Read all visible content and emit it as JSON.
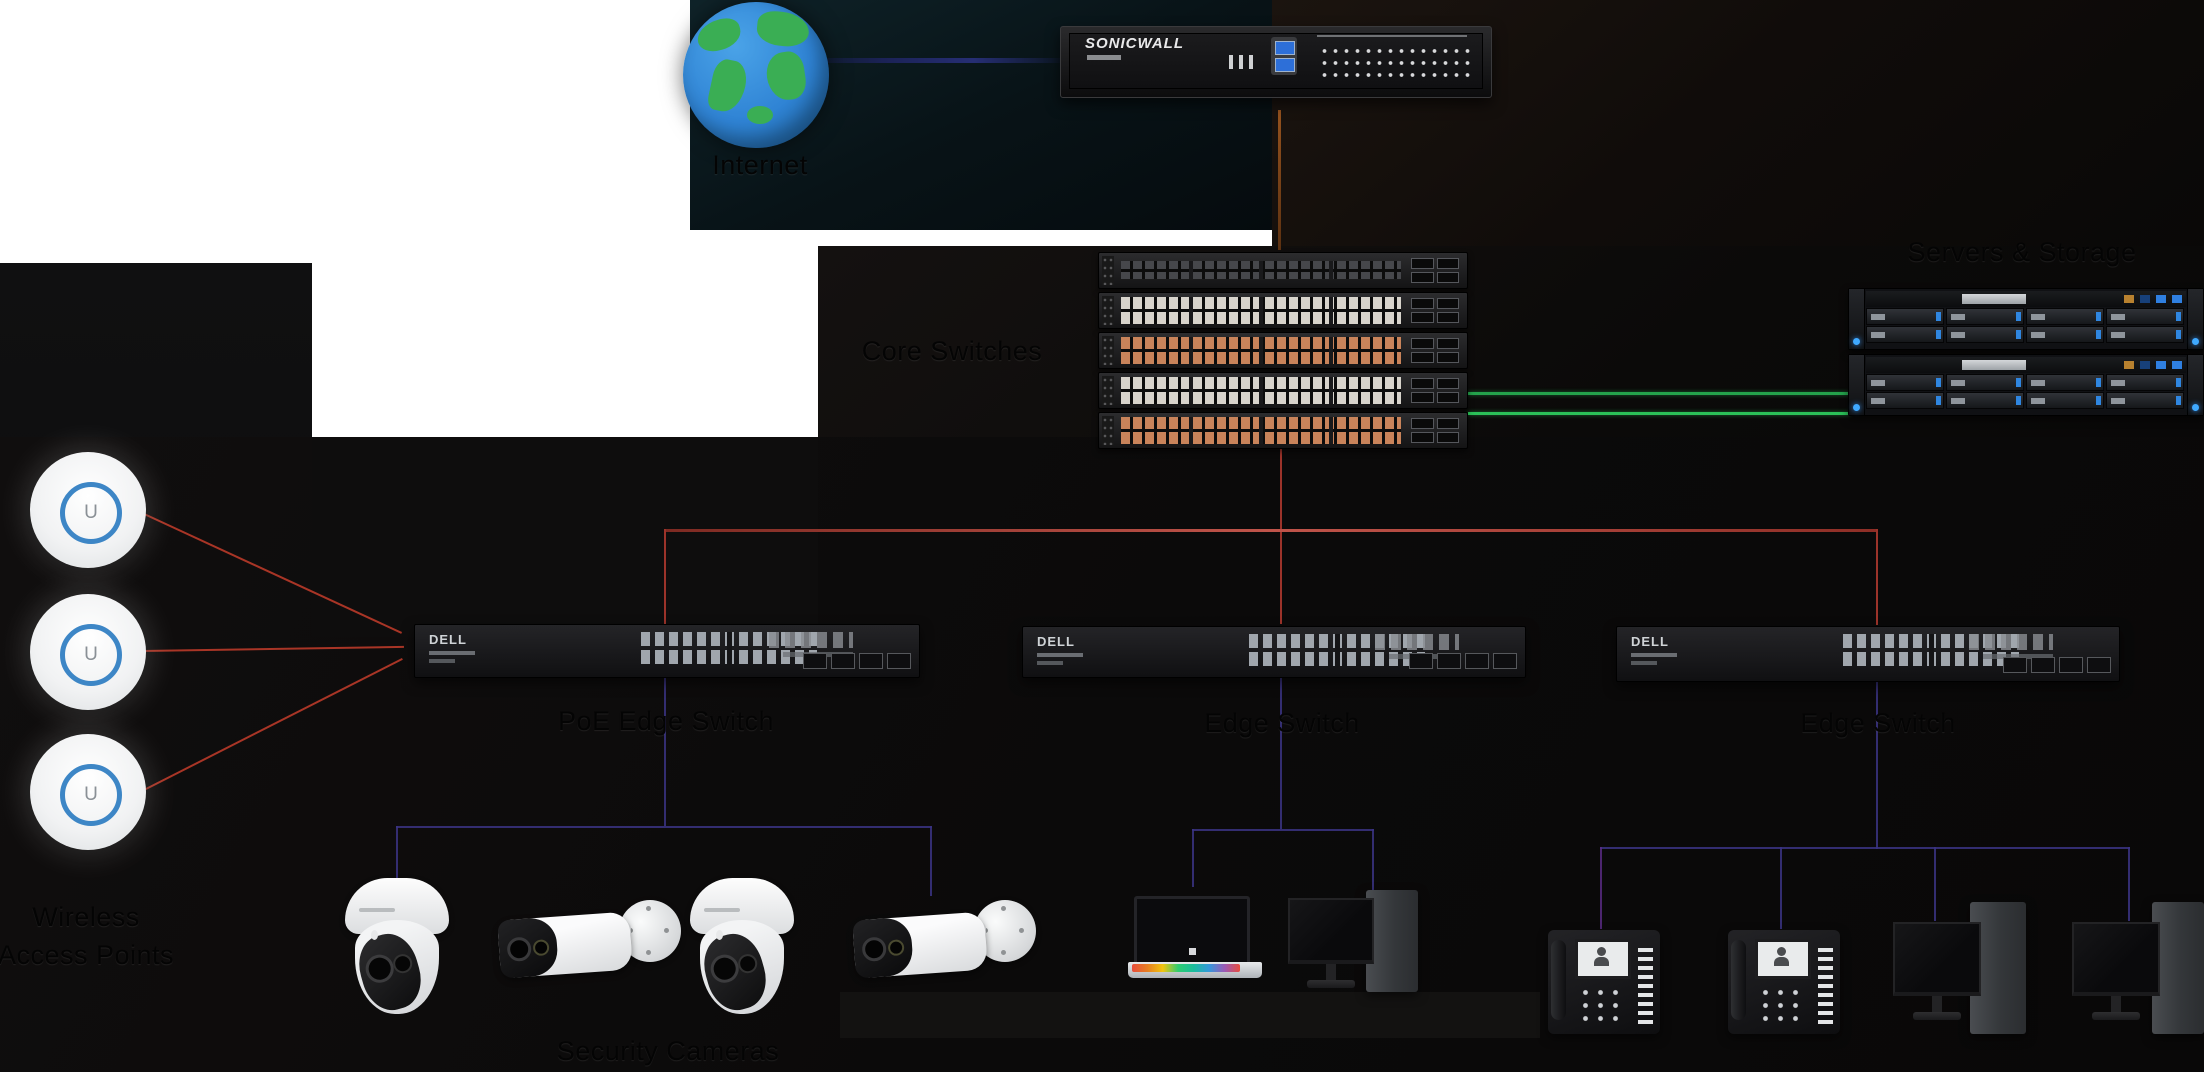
{
  "labels": {
    "internet": "Internet",
    "core_switches": "Core Switches",
    "servers_storage": "Servers & Storage",
    "poe_edge_switch": "PoE Edge Switch",
    "edge_switch": "Edge Switch",
    "wireless_line1": "Wireless",
    "wireless_line2": "Access Points",
    "security_cameras": "Security Cameras"
  },
  "devices": {
    "firewall": {
      "brand": "SONICWALL"
    },
    "edge_switches": {
      "brand": "DELL",
      "count": 3
    },
    "core_switch_units": 5,
    "server_units": 2,
    "access_points": {
      "count": 3,
      "logo": "U"
    },
    "security_cameras": {
      "count": 4,
      "types": [
        "turret",
        "bullet",
        "turret",
        "bullet"
      ]
    },
    "ip_phones": 2,
    "desktop_monitors": 3,
    "laptops": 1
  },
  "colors": {
    "canvas_white": "#ffffff",
    "link_internet_navy": "#262e74",
    "link_firewall_orange": "#94521e",
    "link_server_green1": "#24a24b",
    "link_server_green2": "#2bc158",
    "link_ap_red": "#a93526",
    "link_trunk_red": "#9c332a",
    "link_access_purple": "#3b3484",
    "ap_ring_blue": "#3d86c6",
    "core_port_white": "#d7d3cb",
    "core_port_copper": "#c8835a",
    "server_accent_blue": "#2f86e0",
    "usb_blue": "#2d6fd8"
  }
}
